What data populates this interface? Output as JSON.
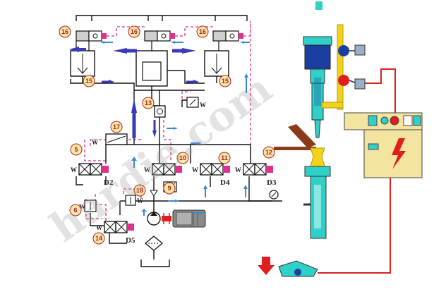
{
  "labels": {
    "n16": "16",
    "n15": "15",
    "n13": "13",
    "n17": "17",
    "n5": "5",
    "n10": "10",
    "n11": "11",
    "n12": "12",
    "n9": "9",
    "n18": "18",
    "n6": "6",
    "n14": "14",
    "d2": "D2",
    "d4": "D4",
    "d3": "D3",
    "d5": "D5",
    "w": "W"
  },
  "watermark": "hardie.com",
  "colors": {
    "hydraulic_line": "#111111",
    "pilot_line": "#e0308a",
    "flow_arrow_main": "#3a3ab8",
    "flow_arrow_small": "#3a8ad8",
    "electric_wire": "#e01e1e",
    "cylinder_body": "#2fd0c8",
    "cylinder_rod": "#f2d21a",
    "die_brown": "#8b3a1a",
    "control_box": "#f3e5a0",
    "callout_fill": "#f6e7a6",
    "callout_stroke": "#b22222"
  }
}
